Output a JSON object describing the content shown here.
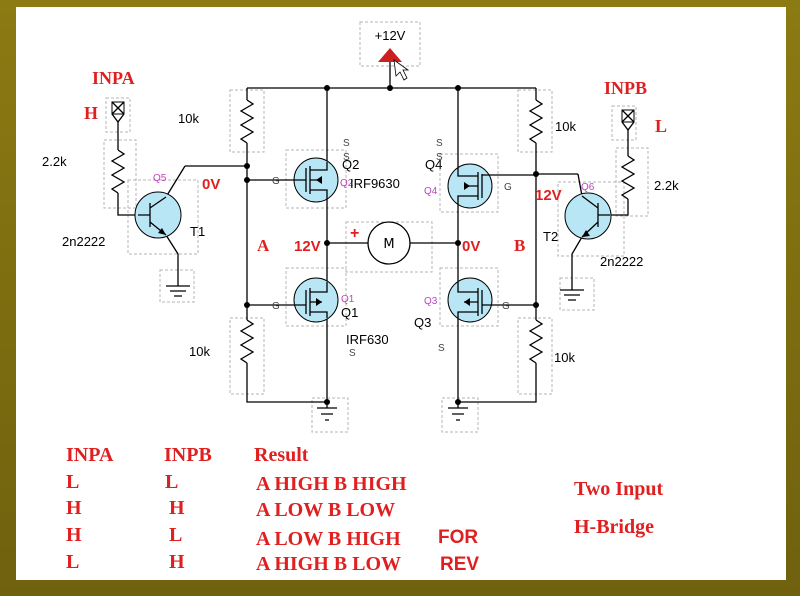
{
  "supply": {
    "label": "+12V"
  },
  "inputs": {
    "a": {
      "name": "INPA",
      "level": "H"
    },
    "b": {
      "name": "INPB",
      "level": "L"
    }
  },
  "resistors": {
    "r_top_left": "10k",
    "r_top_right": "10k",
    "r_bot_left": "10k",
    "r_bot_right": "10k",
    "r_base_left": "2.2k",
    "r_base_right": "2.2k"
  },
  "transistors": {
    "q5": {
      "ref": "Q5",
      "part": "2n2222",
      "name": "T1"
    },
    "q6": {
      "ref": "Q6",
      "part": "2n2222",
      "name": "T2"
    },
    "q2": {
      "ref": "Q2",
      "name": "Q2",
      "part": "IRF9630"
    },
    "q4": {
      "ref": "Q4",
      "name": "Q4"
    },
    "q1": {
      "ref": "Q1",
      "name": "Q1",
      "part": "IRF630"
    },
    "q3": {
      "ref": "Q3",
      "name": "Q3"
    }
  },
  "pins": {
    "s": "S",
    "g": "G"
  },
  "nodes": {
    "a_label": "A",
    "b_label": "B",
    "left_gate_v": "0V",
    "right_gate_v": "12V",
    "a_v": "12V",
    "b_v": "0V",
    "motor_plus": "+",
    "motor_symbol": "M"
  },
  "truth_table": {
    "headers": [
      "INPA",
      "INPB",
      "Result"
    ],
    "rows": [
      {
        "a": "L",
        "b": "L",
        "result": "A HIGH B HIGH",
        "note": ""
      },
      {
        "a": "H",
        "b": "H",
        "result": "A LOW B LOW",
        "note": ""
      },
      {
        "a": "H",
        "b": "L",
        "result": "A LOW B HIGH",
        "note": "FOR"
      },
      {
        "a": "L",
        "b": "H",
        "result": "A HIGH B LOW",
        "note": "REV"
      }
    ]
  },
  "title": {
    "line1": "Two Input",
    "line2": "H-Bridge"
  },
  "colors": {
    "frame": "#7a6a10",
    "accent_red": "#e02020",
    "transistor_fill": "#b8e6f5",
    "probe_magenta": "#c040c0"
  }
}
